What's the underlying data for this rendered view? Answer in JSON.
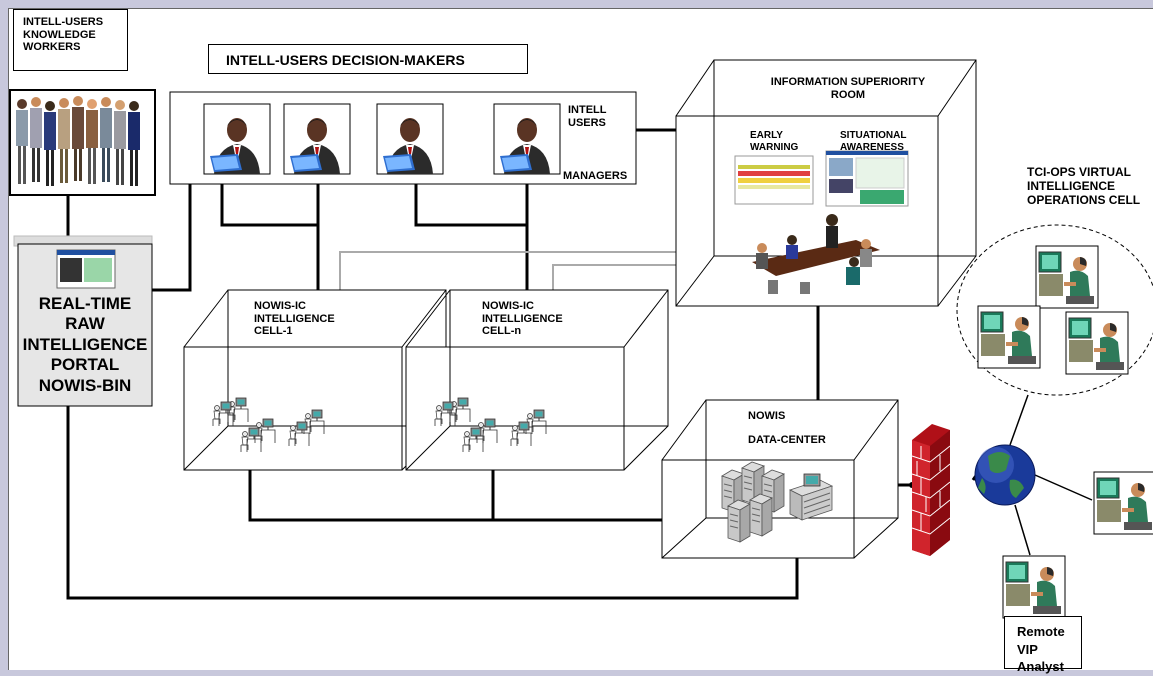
{
  "labels": {
    "knowledge_workers": "INTELL-USERS\nKNOWLEDGE\nWORKERS",
    "decision_makers": "INTELL-USERS DECISION-MAKERS",
    "intell_users": "INTELL\nUSERS",
    "managers": "MANAGERS",
    "isr_title": "INFORMATION SUPERIORITY\nROOM",
    "early_warning": "EARLY\nWARNING",
    "situational_awareness": "SITUATIONAL\nAWARENESS",
    "tci_ops": "TCI-OPS VIRTUAL\nINTELLIGENCE\nOPERATIONS CELL",
    "portal": "REAL-TIME\nRAW\nINTELLIGENCE\nPORTAL\nNOWIS-BIN",
    "cell_1": "NOWIS-IC\nINTELLIGENCE\nCELL-1",
    "cell_n": "NOWIS-IC\nINTELLIGENCE\nCELL-n",
    "nowis": "NOWIS",
    "data_center": "DATA-CENTER",
    "remote_vip": "Remote\nVIP Analyst"
  },
  "colors": {
    "background": "#c8c8dc",
    "firewall": "#c0141c",
    "globe": "#1a3a9a",
    "portal_fill": "#e6e6e6",
    "connector": "#000000",
    "light_connector": "#aaaaaa"
  },
  "icons": [
    "people-group-icon",
    "manager-laptop-icon",
    "monitor-screen-icon",
    "conference-table-icon",
    "workstation-icon",
    "server-rack-icon",
    "firewall-icon",
    "globe-icon",
    "remote-analyst-icon"
  ]
}
